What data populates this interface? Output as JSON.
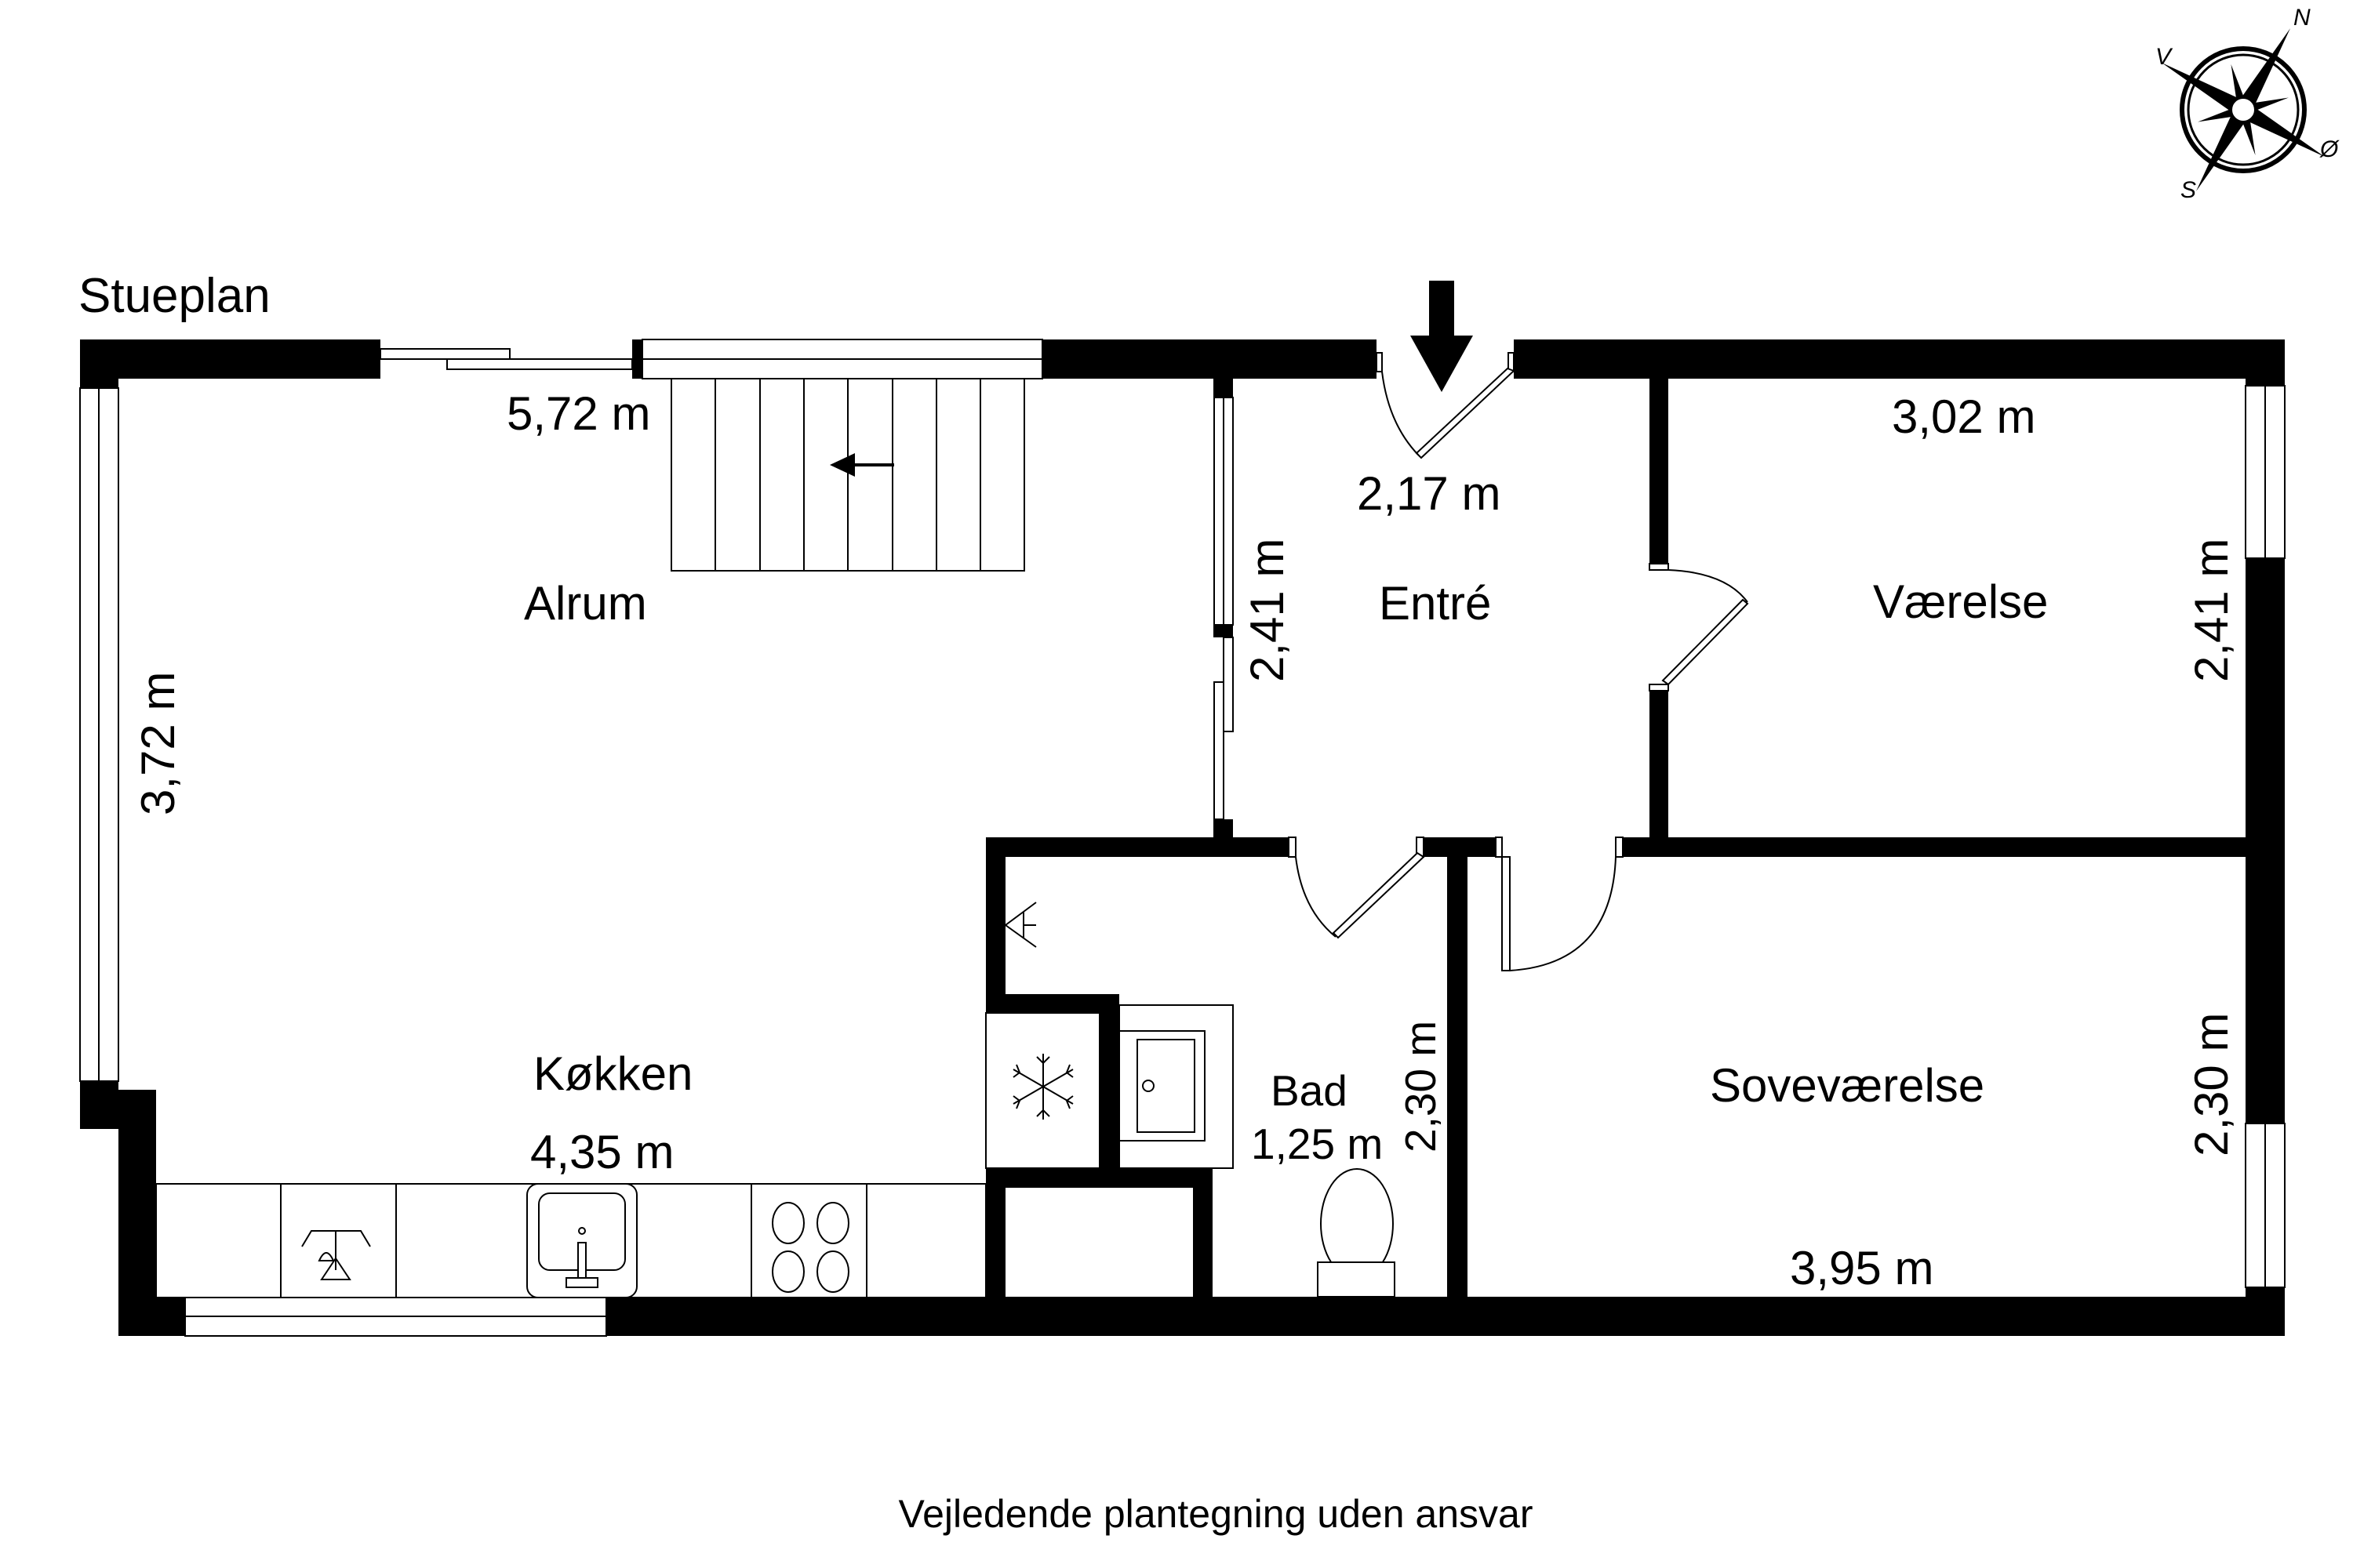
{
  "plan": {
    "title": "Stueplan",
    "disclaimer": "Vejledende plantegning uden ansvar",
    "compass": {
      "north": "N",
      "east": "Ø",
      "south": "S",
      "west": "V"
    }
  },
  "rooms": {
    "alrum": {
      "name": "Alrum",
      "width": "5,72 m",
      "depth": "3,72 m"
    },
    "kokken": {
      "name": "Køkken",
      "width": "4,35 m"
    },
    "entre": {
      "name": "Entré",
      "width": "2,17 m",
      "depth": "2,41 m"
    },
    "vaerelse": {
      "name": "Værelse",
      "width": "3,02 m",
      "depth": "2,41 m"
    },
    "bad": {
      "name": "Bad",
      "width": "1,25 m",
      "depth": "2,30 m"
    },
    "sovevaerelse": {
      "name": "Soveværelse",
      "width": "3,95 m",
      "depth": "2,30 m"
    }
  },
  "colors": {
    "wall": "#000000",
    "background": "#ffffff"
  }
}
